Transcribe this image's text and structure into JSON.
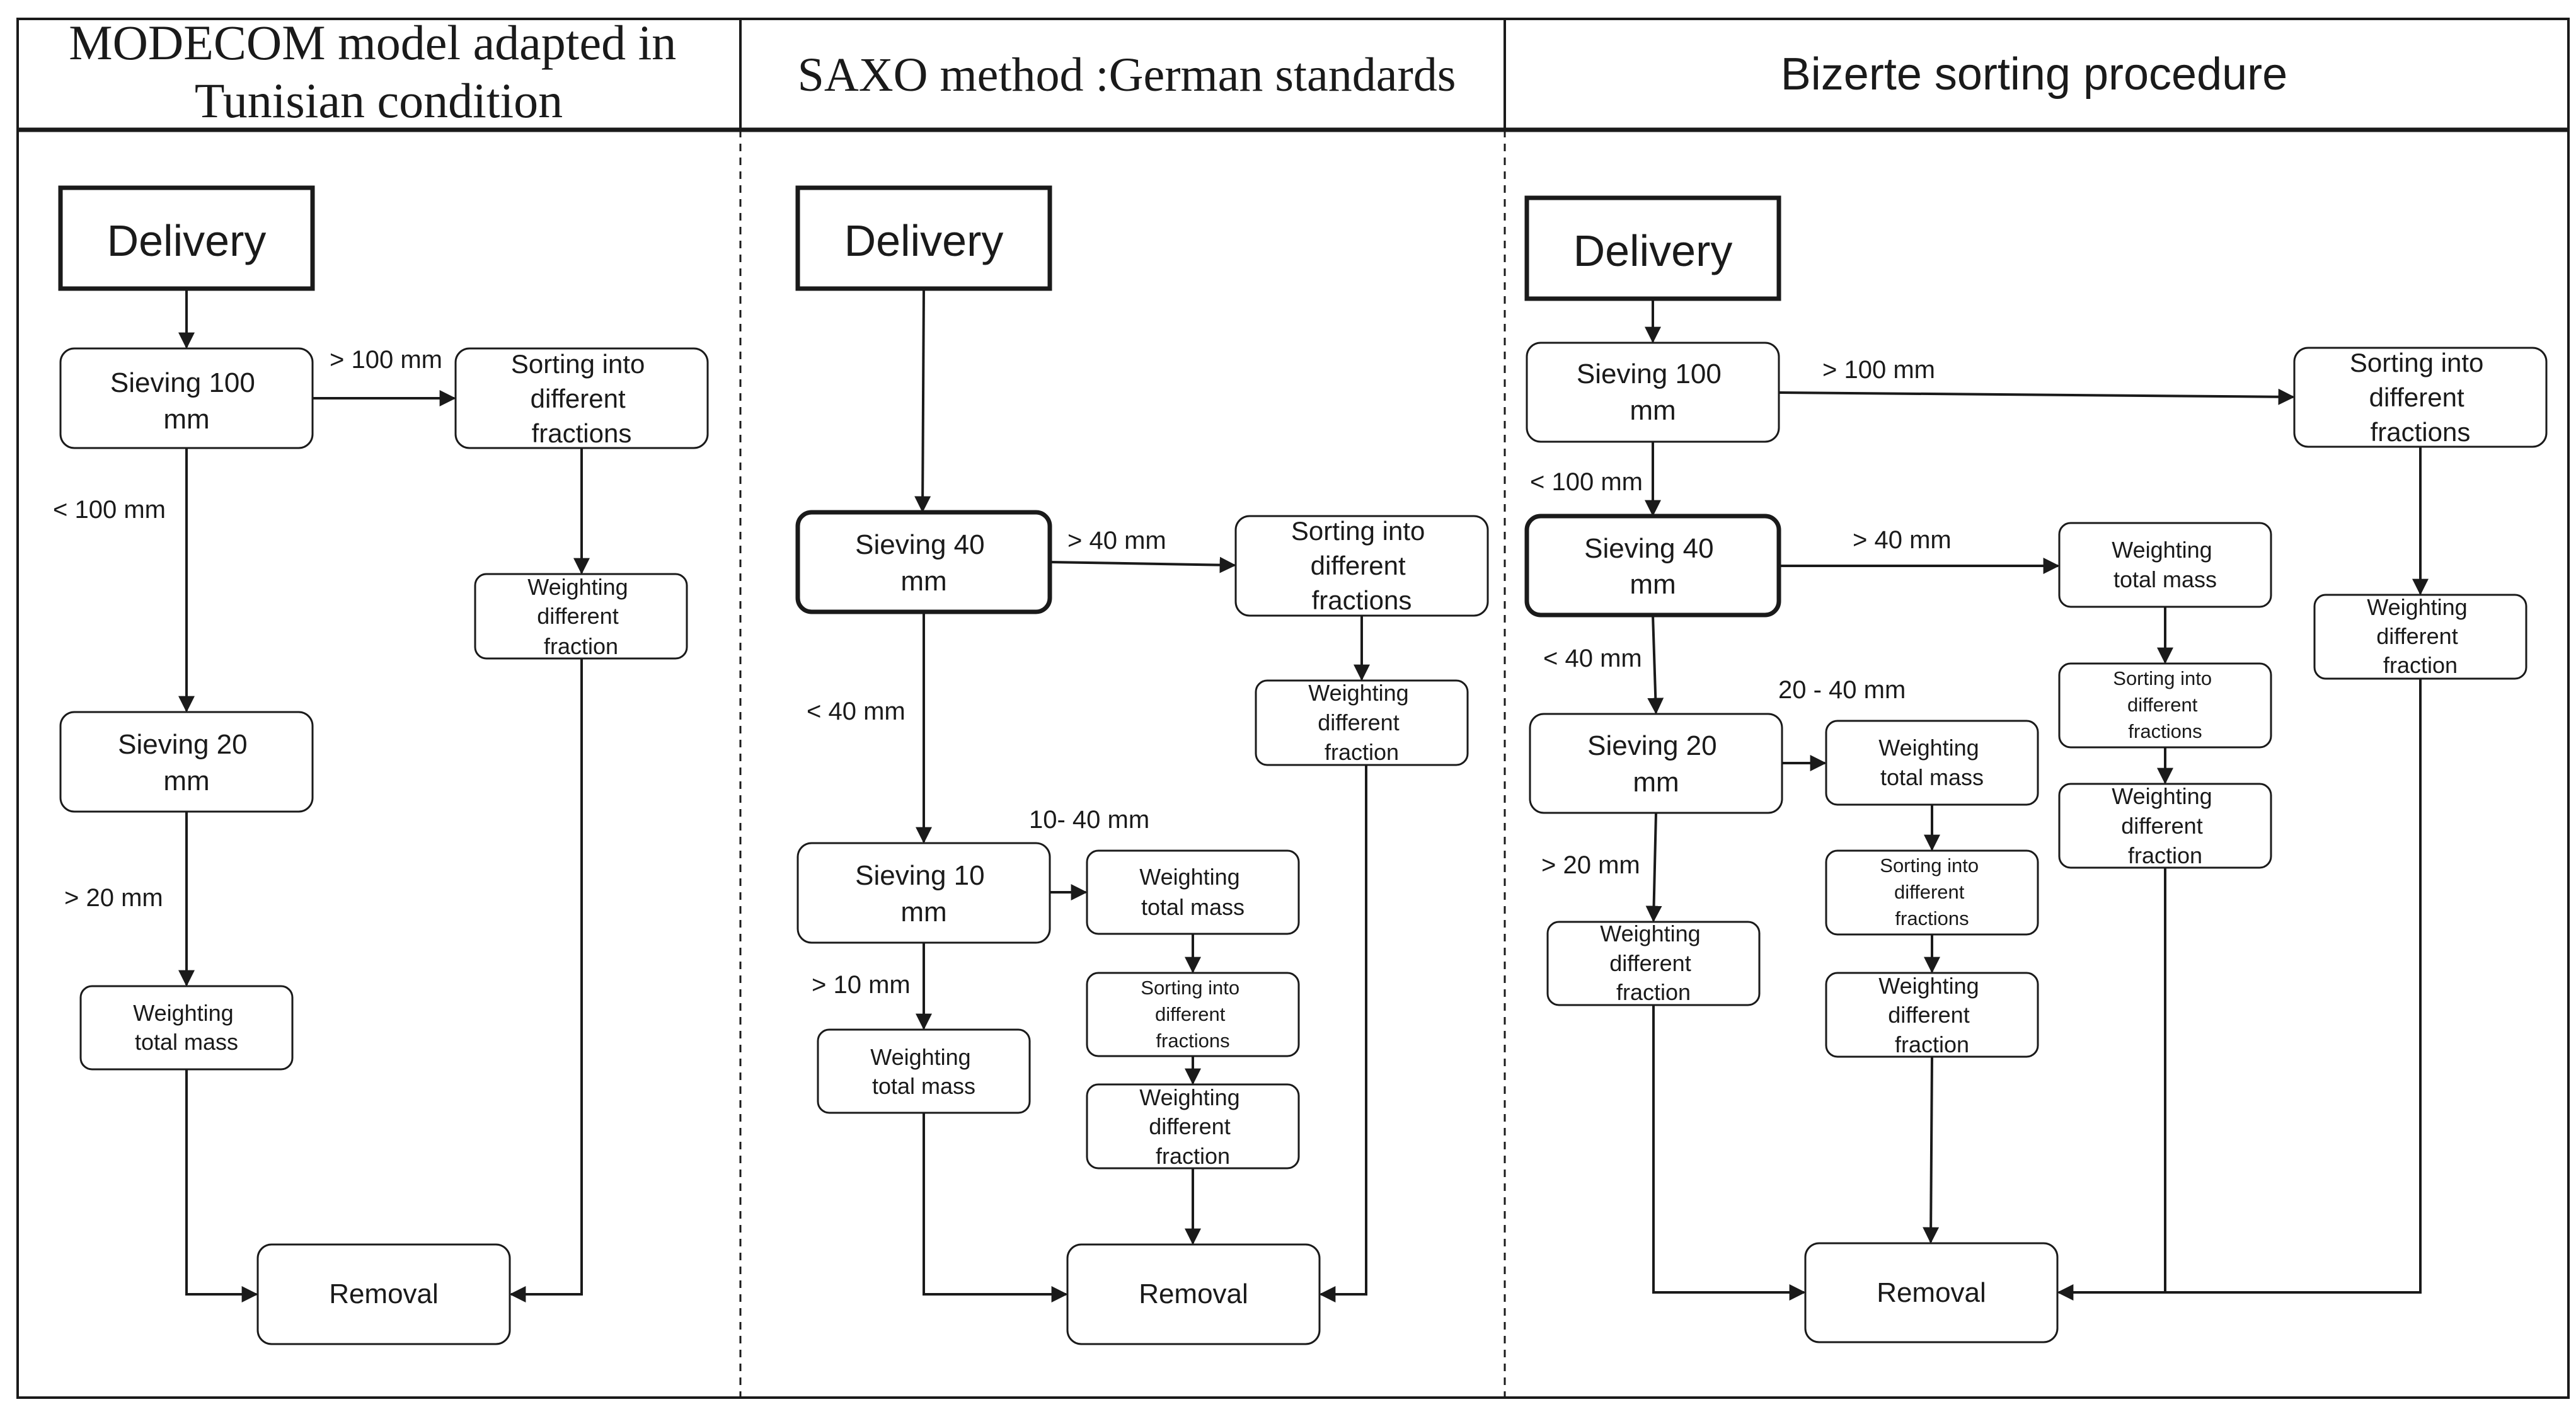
{
  "headers": {
    "col1": {
      "line1": "MODECOM model adapted in",
      "line2": "Tunisian condition"
    },
    "col2": "SAXO method :German standards",
    "col3": "Bizerte sorting procedure"
  },
  "modecom": {
    "delivery": "Delivery",
    "sieve100": {
      "line1": "Sieving 100",
      "line2": "mm"
    },
    "gt100": "> 100 mm",
    "sort100": {
      "line1": "Sorting into",
      "line2": "different",
      "line3": "fractions"
    },
    "lt100": "< 100 mm",
    "weightDiff": {
      "line1": "Weighting",
      "line2": "different",
      "line3": "fraction"
    },
    "sieve20": {
      "line1": "Sieving 20",
      "line2": "mm"
    },
    "gt20": "> 20 mm",
    "weightTotal": {
      "line1": "Weighting",
      "line2": "total mass"
    },
    "removal": "Removal"
  },
  "saxo": {
    "delivery": "Delivery",
    "sieve40": {
      "line1": "Sieving 40",
      "line2": "mm"
    },
    "gt40": "> 40 mm",
    "sort40": {
      "line1": "Sorting into",
      "line2": "different",
      "line3": "fractions"
    },
    "weightDiff40": {
      "line1": "Weighting",
      "line2": "different",
      "line3": "fraction"
    },
    "lt40": "< 40 mm",
    "range10_40": "10- 40 mm",
    "sieve10": {
      "line1": "Sieving 10",
      "line2": "mm"
    },
    "weightTotalMid": {
      "line1": "Weighting",
      "line2": "total mass"
    },
    "sortMid": {
      "line1": "Sorting into",
      "line2": "different",
      "line3": "fractions"
    },
    "weightDiffMid": {
      "line1": "Weighting",
      "line2": "different",
      "line3": "fraction"
    },
    "gt10": "> 10 mm",
    "weightTotalLeft": {
      "line1": "Weighting",
      "line2": "total mass"
    },
    "removal": "Removal"
  },
  "bizerte": {
    "delivery": "Delivery",
    "sieve100": {
      "line1": "Sieving 100",
      "line2": "mm"
    },
    "gt100": "> 100 mm",
    "sort100": {
      "line1": "Sorting into",
      "line2": "different",
      "line3": "fractions"
    },
    "weightDiff100": {
      "line1": "Weighting",
      "line2": "different",
      "line3": "fraction"
    },
    "lt100": "< 100 mm",
    "sieve40": {
      "line1": "Sieving 40",
      "line2": "mm"
    },
    "gt40": "> 40 mm",
    "weightTotal40": {
      "line1": "Weighting",
      "line2": "total mass"
    },
    "sort40": {
      "line1": "Sorting into",
      "line2": "different",
      "line3": "fractions"
    },
    "weightDiff40": {
      "line1": "Weighting",
      "line2": "different",
      "line3": "fraction"
    },
    "lt40": "< 40 mm",
    "range20_40": "20 - 40 mm",
    "sieve20": {
      "line1": "Sieving 20",
      "line2": "mm"
    },
    "weightTotal20": {
      "line1": "Weighting",
      "line2": "total mass"
    },
    "sort20": {
      "line1": "Sorting into",
      "line2": "different",
      "line3": "fractions"
    },
    "weightDiff20": {
      "line1": "Weighting",
      "line2": "different",
      "line3": "fraction"
    },
    "gt20": "> 20 mm",
    "weightDiffLeft": {
      "line1": "Weighting",
      "line2": "different",
      "line3": "fraction"
    },
    "removal": "Removal"
  },
  "colors": {
    "stroke": "#1a1a1a",
    "background": "#ffffff"
  }
}
